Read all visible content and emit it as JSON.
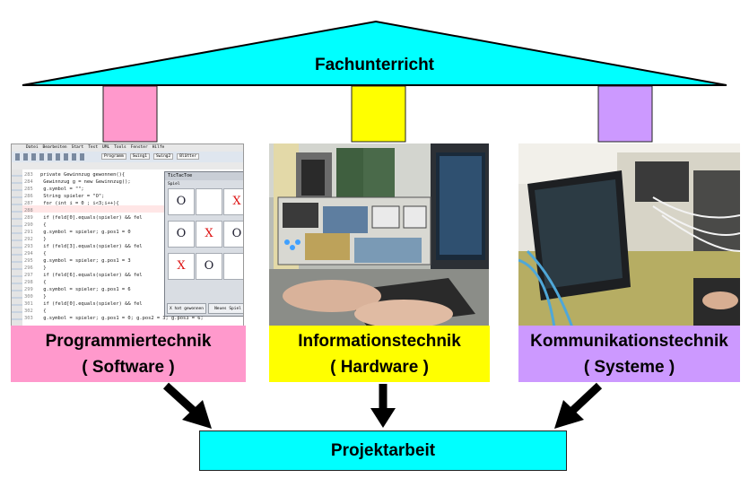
{
  "roof": {
    "title": "Fachunterricht",
    "color": "#00ffff"
  },
  "pillars": [
    {
      "color": "#ff99cc"
    },
    {
      "color": "#ffff00"
    },
    {
      "color": "#cc99ff"
    }
  ],
  "columns": [
    {
      "line1": "Programmiertechnik",
      "line2": "( Software )",
      "color": "#ff99cc",
      "photo": {
        "menu": [
          "Datei",
          "Bearbeiten",
          "Start",
          "Test",
          "UML",
          "Tools",
          "Fenster",
          "Hilfe"
        ],
        "tabs": [
          "Programm",
          "Swing1",
          "Swing2",
          "Blätter"
        ],
        "code": [
          {
            "n": "283",
            "t": "private Gewinnzug gewonnen(){"
          },
          {
            "n": "284",
            "t": "  Gewinnzug g = new Gewinnzug();"
          },
          {
            "n": "285",
            "t": "  g.symbol = \"\";"
          },
          {
            "n": "286",
            "t": "  String spieler = \"O\";"
          },
          {
            "n": "287",
            "t": "  for (int i = 0 ; i<3;i++){"
          },
          {
            "n": "288",
            "t": ""
          },
          {
            "n": "289",
            "t": "    if (feld[0].equals(spieler) && fel"
          },
          {
            "n": "290",
            "t": "    {"
          },
          {
            "n": "291",
            "t": "      g.symbol = spieler; g.pos1 = 0"
          },
          {
            "n": "292",
            "t": "    }"
          },
          {
            "n": "293",
            "t": "    if (feld[3].equals(spieler) && fel"
          },
          {
            "n": "294",
            "t": "    {"
          },
          {
            "n": "295",
            "t": "      g.symbol = spieler; g.pos1 = 3"
          },
          {
            "n": "296",
            "t": "    }"
          },
          {
            "n": "297",
            "t": "    if (feld[6].equals(spieler) && fel"
          },
          {
            "n": "298",
            "t": "    {"
          },
          {
            "n": "299",
            "t": "      g.symbol = spieler; g.pos1 = 6"
          },
          {
            "n": "300",
            "t": "    }"
          },
          {
            "n": "301",
            "t": "    if (feld[0].equals(spieler) && fel"
          },
          {
            "n": "302",
            "t": "    {"
          },
          {
            "n": "303",
            "t": "      g.symbol = spieler; g.pos1 = 0; g.pos2 = 3; g.pos3 = 6;"
          }
        ],
        "game": {
          "window_title": "TicTacToe",
          "label": "Spiel",
          "cells": [
            "O",
            "",
            "X",
            "O",
            "X",
            "O",
            "X",
            "O",
            ""
          ],
          "button_left": "X hat gewonnen",
          "button_right": "Neues Spiel"
        }
      }
    },
    {
      "line1": "Informationstechnik",
      "line2": "( Hardware )",
      "color": "#ffff00"
    },
    {
      "line1": "Kommunikationstechnik",
      "line2": "( Systeme )",
      "color": "#cc99ff"
    }
  ],
  "project": {
    "label": "Projektarbeit",
    "color": "#00ffff"
  }
}
